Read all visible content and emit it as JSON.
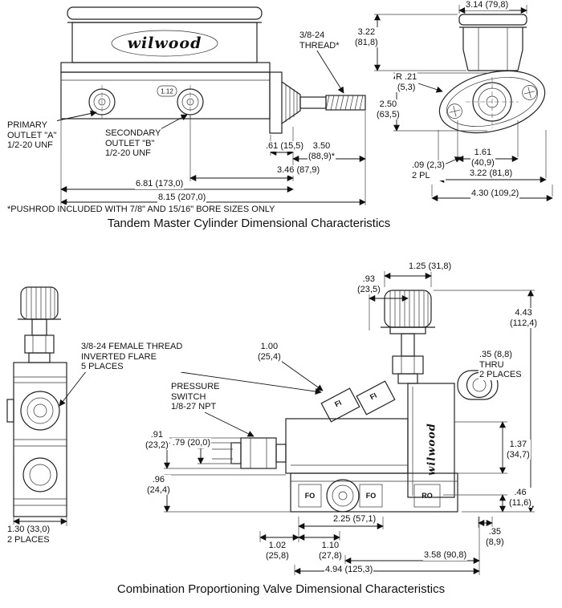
{
  "captions": {
    "top": "Tandem Master Cylinder Dimensional Characteristics",
    "bottom": "Combination Proportioning Valve Dimensional Characteristics",
    "footnote": "*PUSHROD INCLUDED WITH 7/8\" AND 15/16\" BORE SIZES ONLY"
  },
  "brand": {
    "logo": "wilwood"
  },
  "mc": {
    "labels": {
      "thread": "3/8-24\nTHREAD*",
      "primary_outlet": "PRIMARY\nOUTLET \"A\"\n1/2-20 UNF",
      "secondary_outlet": "SECONDARY\nOUTLET \"B\"\n1/2-20 UNF",
      "bore": "1.12"
    },
    "dims": {
      "w314": "3.14 (79,8)",
      "h322": "3.22\n(81,8)",
      "r21": "R .21\n(5,3)",
      "h250": "2.50\n(63,5)",
      "d61": ".61 (15,5)",
      "d350": "3.50\n(88,9)*",
      "d346": "3.46 (87,9)",
      "d161": "1.61\n(40,9)",
      "d09": ".09 (2,3)\n2 PL",
      "d322b": "3.22 (81,8)",
      "d681": "6.81 (173,0)",
      "d430": "4.30 (109,2)",
      "d815": "8.15 (207,0)"
    }
  },
  "pv": {
    "labels": {
      "female_thread": "3/8-24 FEMALE THREAD\nINVERTED FLARE\n5 PLACES",
      "pressure_switch": "PRESSURE\nSWITCH\n1/8-27 NPT",
      "thru": ".35 (8,8)\nTHRU\n2 PLACES",
      "fi1": "FI",
      "fi2": "FI",
      "fo1": "FO",
      "fo2": "FO",
      "ro": "RO"
    },
    "dims": {
      "d125": "1.25 (31,8)",
      "d93": ".93\n(23,5)",
      "d443": "4.43\n(112,4)",
      "d100": "1.00\n(25,4)",
      "d91": ".91\n(23,2)",
      "d79": ".79 (20,0)",
      "d137": "1.37\n(34,7)",
      "d96": ".96\n(24,4)",
      "d46": ".46\n(11,6)",
      "d130": "1.30 (33,0)\n2 PLACES",
      "d225": "2.25 (57,1)",
      "d102": "1.02\n(25,8)",
      "d110": "1.10\n(27,8)",
      "d35b": ".35\n(8,9)",
      "d358": "3.58 (90,8)",
      "d494": "4.94 (125,3)"
    }
  }
}
